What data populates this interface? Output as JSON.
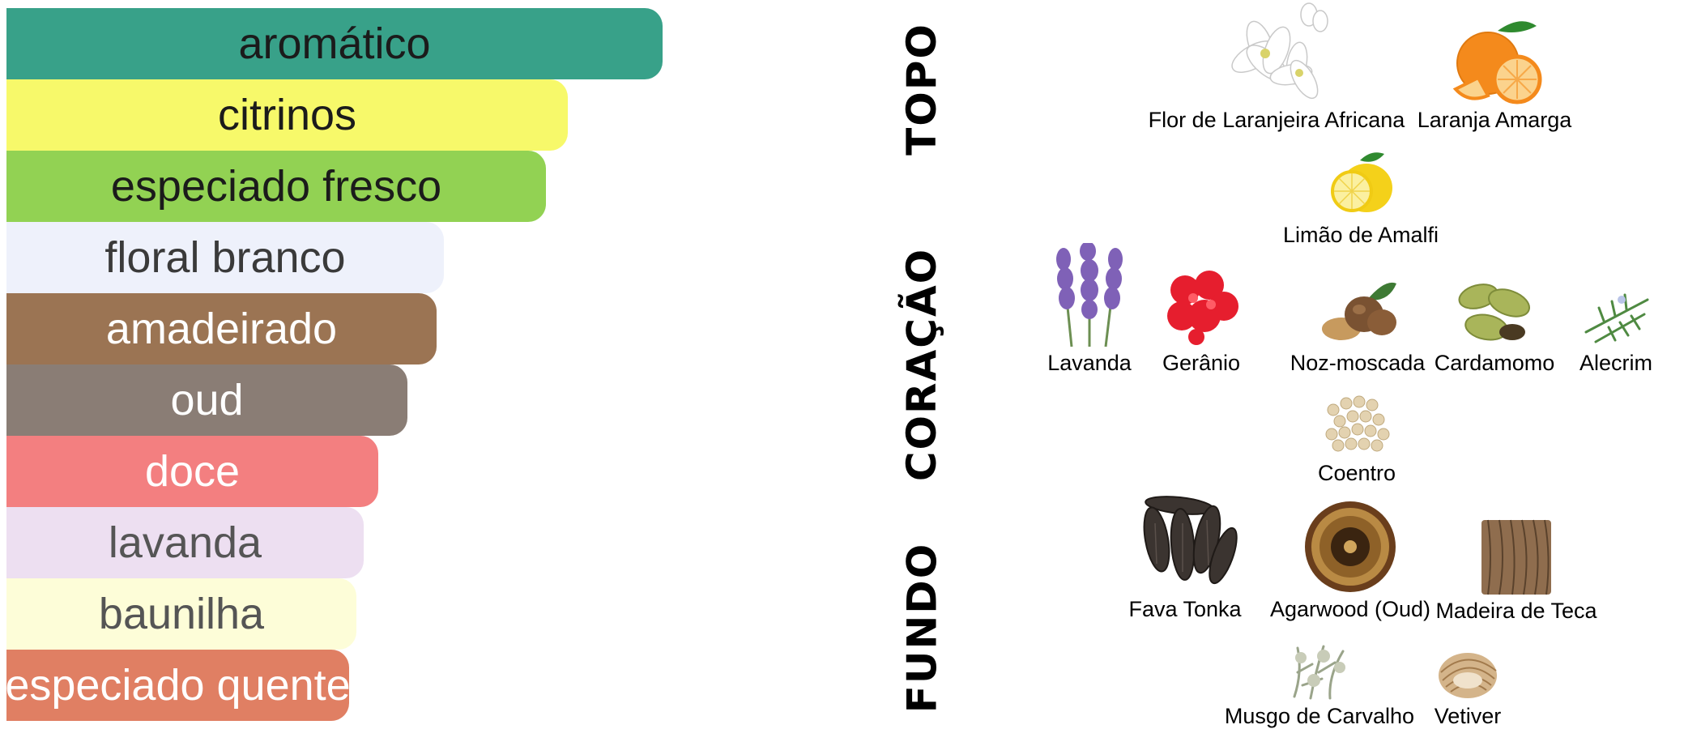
{
  "accords": [
    {
      "label": "aromático",
      "bg": "#38a189",
      "fg": "#1b1b1b",
      "strength": 0.9
    },
    {
      "label": "citrinos",
      "bg": "#f7f96a",
      "fg": "#1b1b1b",
      "strength": 0.77
    },
    {
      "label": "especiado fresco",
      "bg": "#92d253",
      "fg": "#1b1b1b",
      "strength": 0.74
    },
    {
      "label": "floral branco",
      "bg": "#eef1fb",
      "fg": "#3a3a3a",
      "strength": 0.6
    },
    {
      "label": "amadeirado",
      "bg": "#9b7453",
      "fg": "#ffffff",
      "strength": 0.59
    },
    {
      "label": "oud",
      "bg": "#8a7d75",
      "fg": "#ffffff",
      "strength": 0.55
    },
    {
      "label": "doce",
      "bg": "#f37f80",
      "fg": "#ffffff",
      "strength": 0.51
    },
    {
      "label": "lavanda",
      "bg": "#eddff1",
      "fg": "#555555",
      "strength": 0.49
    },
    {
      "label": "baunilha",
      "bg": "#fdfdd8",
      "fg": "#555555",
      "strength": 0.48
    },
    {
      "label": "especiado quente",
      "bg": "#e07f63",
      "fg": "#ffffff",
      "strength": 0.47
    }
  ],
  "pyramid": {
    "top": {
      "label": "TOPO",
      "notes": [
        {
          "name": "Flor de Laranjeira Africana",
          "icon": "orange-blossom-icon"
        },
        {
          "name": "Laranja Amarga",
          "icon": "bitter-orange-icon"
        },
        {
          "name": "Limão de Amalfi",
          "icon": "lemon-icon"
        }
      ]
    },
    "heart": {
      "label": "CORAÇÃO",
      "notes": [
        {
          "name": "Lavanda",
          "icon": "lavender-icon"
        },
        {
          "name": "Gerânio",
          "icon": "geranium-icon"
        },
        {
          "name": "Noz-moscada",
          "icon": "nutmeg-icon"
        },
        {
          "name": "Cardamomo",
          "icon": "cardamom-icon"
        },
        {
          "name": "Alecrim",
          "icon": "rosemary-icon"
        },
        {
          "name": "Coentro",
          "icon": "coriander-icon"
        }
      ]
    },
    "base": {
      "label": "FUNDO",
      "notes": [
        {
          "name": "Fava Tonka",
          "icon": "tonka-bean-icon"
        },
        {
          "name": "Agarwood (Oud)",
          "icon": "agarwood-icon"
        },
        {
          "name": "Madeira de Teca",
          "icon": "teak-wood-icon"
        },
        {
          "name": "Musgo de Carvalho",
          "icon": "oakmoss-icon"
        },
        {
          "name": "Vetiver",
          "icon": "vetiver-icon"
        }
      ]
    }
  }
}
